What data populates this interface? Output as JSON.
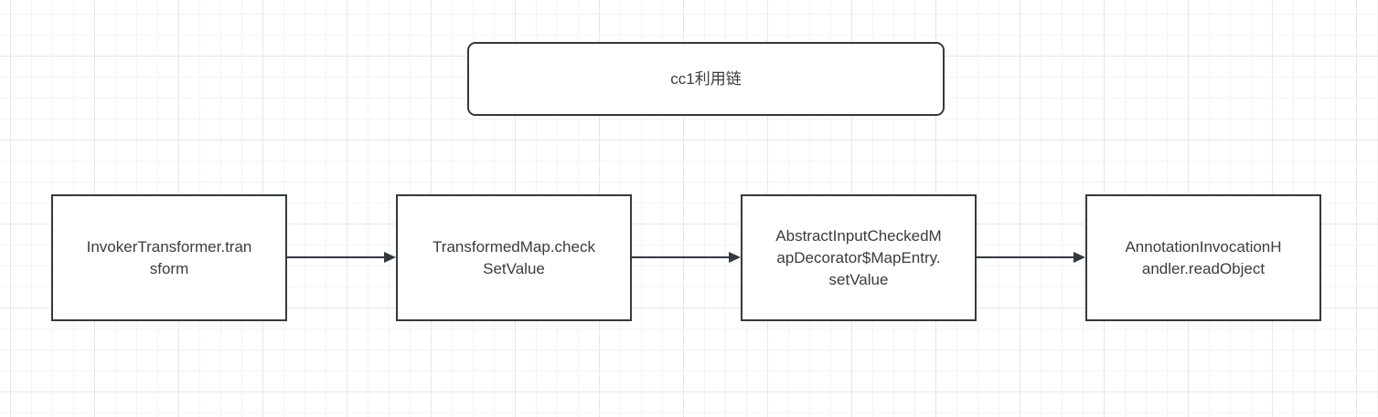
{
  "diagram": {
    "title_node": {
      "label": "cc1利用链"
    },
    "nodes": [
      {
        "id": "invoker-transformer-transform",
        "label": "InvokerTransformer.tran\nsform",
        "full_text": "InvokerTransformer.transform"
      },
      {
        "id": "transformed-map-check-set-value",
        "label": "TransformedMap.check\nSetValue",
        "full_text": "TransformedMap.checkSetValue"
      },
      {
        "id": "abstract-input-checked-map-decorator-map-entry-set-value",
        "label": "AbstractInputCheckedM\napDecorator$MapEntry.\nsetValue",
        "full_text": "AbstractInputCheckedMapDecorator$MapEntry.setValue"
      },
      {
        "id": "annotation-invocation-handler-read-object",
        "label": "AnnotationInvocationH\nandler.readObject",
        "full_text": "AnnotationInvocationHandler.readObject"
      }
    ],
    "edges": [
      {
        "from": "invoker-transformer-transform",
        "to": "transformed-map-check-set-value",
        "direction": "right"
      },
      {
        "from": "transformed-map-check-set-value",
        "to": "abstract-input-checked-map-decorator-map-entry-set-value",
        "direction": "right"
      },
      {
        "from": "abstract-input-checked-map-decorator-map-entry-set-value",
        "to": "annotation-invocation-handler-read-object",
        "direction": "right"
      }
    ],
    "colors": {
      "background": "#ffffff",
      "grid_minor": "#f4f4f4",
      "grid_major": "#e7e7e7",
      "node_border": "#33393f",
      "node_fill": "#ffffff",
      "text": "#383c41",
      "edge": "#33393f"
    }
  }
}
